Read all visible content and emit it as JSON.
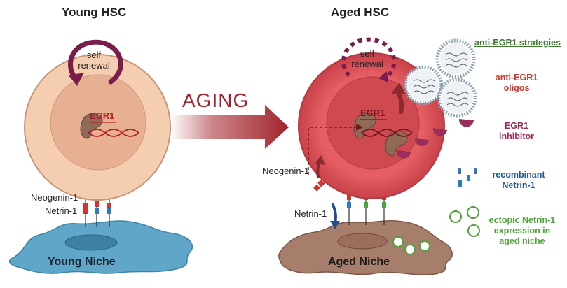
{
  "titles": {
    "young": "Young HSC",
    "aged": "Aged HSC"
  },
  "aging_label": "AGING",
  "self_renewal": {
    "young": [
      "self",
      "renewal"
    ],
    "aged": [
      "self",
      "renewal"
    ]
  },
  "gene": {
    "young": "EGR1",
    "aged": "EGR1"
  },
  "receptors": {
    "neogenin_young": "Neogenin-1",
    "netrin_young": "Netrin-1",
    "neogenin_aged": "Neogenin-1",
    "netrin_aged": "Netrin-1"
  },
  "niches": {
    "young": "Young Niche",
    "aged": "Aged Niche"
  },
  "strategies": {
    "header": "anti-EGR1 strategies",
    "oligos": [
      "anti-EGR1",
      "oligos"
    ],
    "inhibitor": [
      "EGR1",
      "inhibitor"
    ],
    "recombinant": [
      "recombinant",
      "Netrin-1"
    ],
    "ectopic": [
      "ectopic Netrin-1",
      "expression in",
      "aged niche"
    ]
  },
  "colors": {
    "young_cell": "#f5cdb0",
    "young_nucleus": "#e8b092",
    "aged_cell": "#e0535a",
    "aged_nucleus": "#c93f47",
    "aging_arrow": "#a1242c",
    "young_niche": "#5fa6c9",
    "aged_niche": "#a77d6c",
    "oligo_text": "#d0342c",
    "inhibitor_text": "#9b2d5a",
    "recombinant_text": "#1e5a99",
    "ectopic_text": "#4ea33b",
    "header_text": "#3d7a2e"
  }
}
